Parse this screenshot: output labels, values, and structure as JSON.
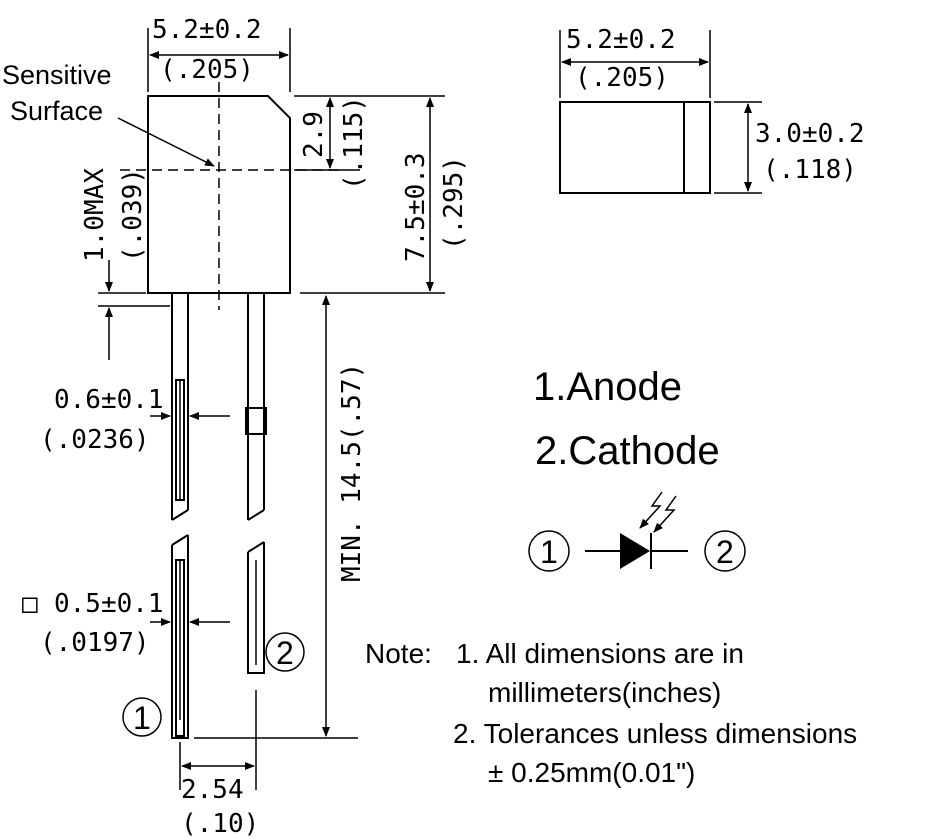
{
  "dims": {
    "width_top": "5.2±0.2",
    "width_top_in": "(.205)",
    "width_side": "5.2±0.2",
    "width_side_in": "(.205)",
    "thick": "3.0±0.2",
    "thick_in": "(.118)",
    "height_sens": "2.9",
    "height_sens_in": "(.115)",
    "height_body": "7.5±0.3",
    "height_body_in": "(.295)",
    "max_lead": "1.0MAX",
    "max_lead_in": "(.039)",
    "lead_w": "0.6±0.1",
    "lead_w_in": "(.0236)",
    "lead_sq": "0.5±0.1",
    "lead_sq_in": "(.0197)",
    "lead_len": "MIN. 14.5(.57)",
    "pitch": "2.54",
    "pitch_in": "(.10)"
  },
  "labels": {
    "sensitive_1": "Sensitive",
    "sensitive_2": "Surface",
    "pin1_name": "1.Anode",
    "pin2_name": "2.Cathode",
    "pin1_num": "1",
    "pin2_num": "2",
    "square_symbol": "□"
  },
  "notes": {
    "prefix": "Note:",
    "n1_a": "1. All dimensions are in",
    "n1_b": "millimeters(inches)",
    "n2_a": "2. Tolerances unless dimensions",
    "n2_b": "± 0.25mm(0.01\")"
  }
}
